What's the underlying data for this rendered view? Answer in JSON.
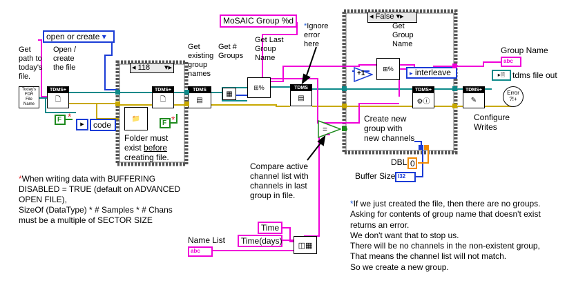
{
  "constants": {
    "open_or_create": "open or create",
    "group_format": "MoSAIC Group %d",
    "code": "code",
    "false_const_1": "F",
    "false_const_2": "F",
    "case_selector": "False",
    "loop_count": "118",
    "interleave": "interleave",
    "tdms_file_out": "tdms file out",
    "group_name_type": "abc",
    "name_list_type": "abc",
    "time": "Time",
    "time_days": "Time(days)",
    "dbl_value": "0",
    "buffer_size_type": "I32",
    "plus_one": "+1"
  },
  "labels": {
    "get_path": "Get\npath to\ntoday's\nfile.",
    "open_create": "Open /\ncreate\nthe file",
    "todays_file": "Today's\nFDR\nFile\nName",
    "get_existing_groups": "Get\nexisting\ngroup\nnames",
    "get_num_groups": "Get #\nGroups",
    "get_last_group": "Get Last\nGroup\nName",
    "ignore_error": "Ignore\nerror\nhere",
    "get_group_name": "Get\nGroup\nName",
    "group_name": "Group Name",
    "create_group": "Create new\ngroup with\nnew channels",
    "configure_writes": "Configure\nWrites",
    "folder_must_exist": "Folder must\nexist ",
    "before": "before",
    "creating_file": "creating file.",
    "compare": "Compare active\nchannel list with\nchannels in last\ngroup in file.",
    "name_list": "Name List",
    "dbl": "DBL",
    "buffer_size": "Buffer Size"
  },
  "notes": {
    "buffering_star": "*",
    "buffering_lines": [
      "When writing  data with BUFFERING",
      "DISABLED = TRUE (default on ADVANCED",
      "OPEN FILE),",
      "SizeOf (DataType) * # Samples * # Chans",
      "must be a multiple of SECTOR SIZE"
    ],
    "groups_star": "*",
    "groups_lines": [
      "If we just created the file, then there are no groups.",
      "Asking for contents of group name that doesn't exist",
      "returns an error.",
      "We don't want that to stop us.",
      "There will be no channels in the non-existent group,",
      "That means the channel list will not match.",
      "So we create a new group."
    ]
  },
  "nodes": {
    "tdms": "TDMS",
    "error": "Error"
  },
  "colors": {
    "string_wire": "#f000d8",
    "refnum_wire": "#0e8a8a",
    "error_wire": "#c8a800",
    "boolean_wire": "#1d8a1d",
    "int_wire": "#1a3cd6",
    "dbl_wire": "#f08a00"
  }
}
